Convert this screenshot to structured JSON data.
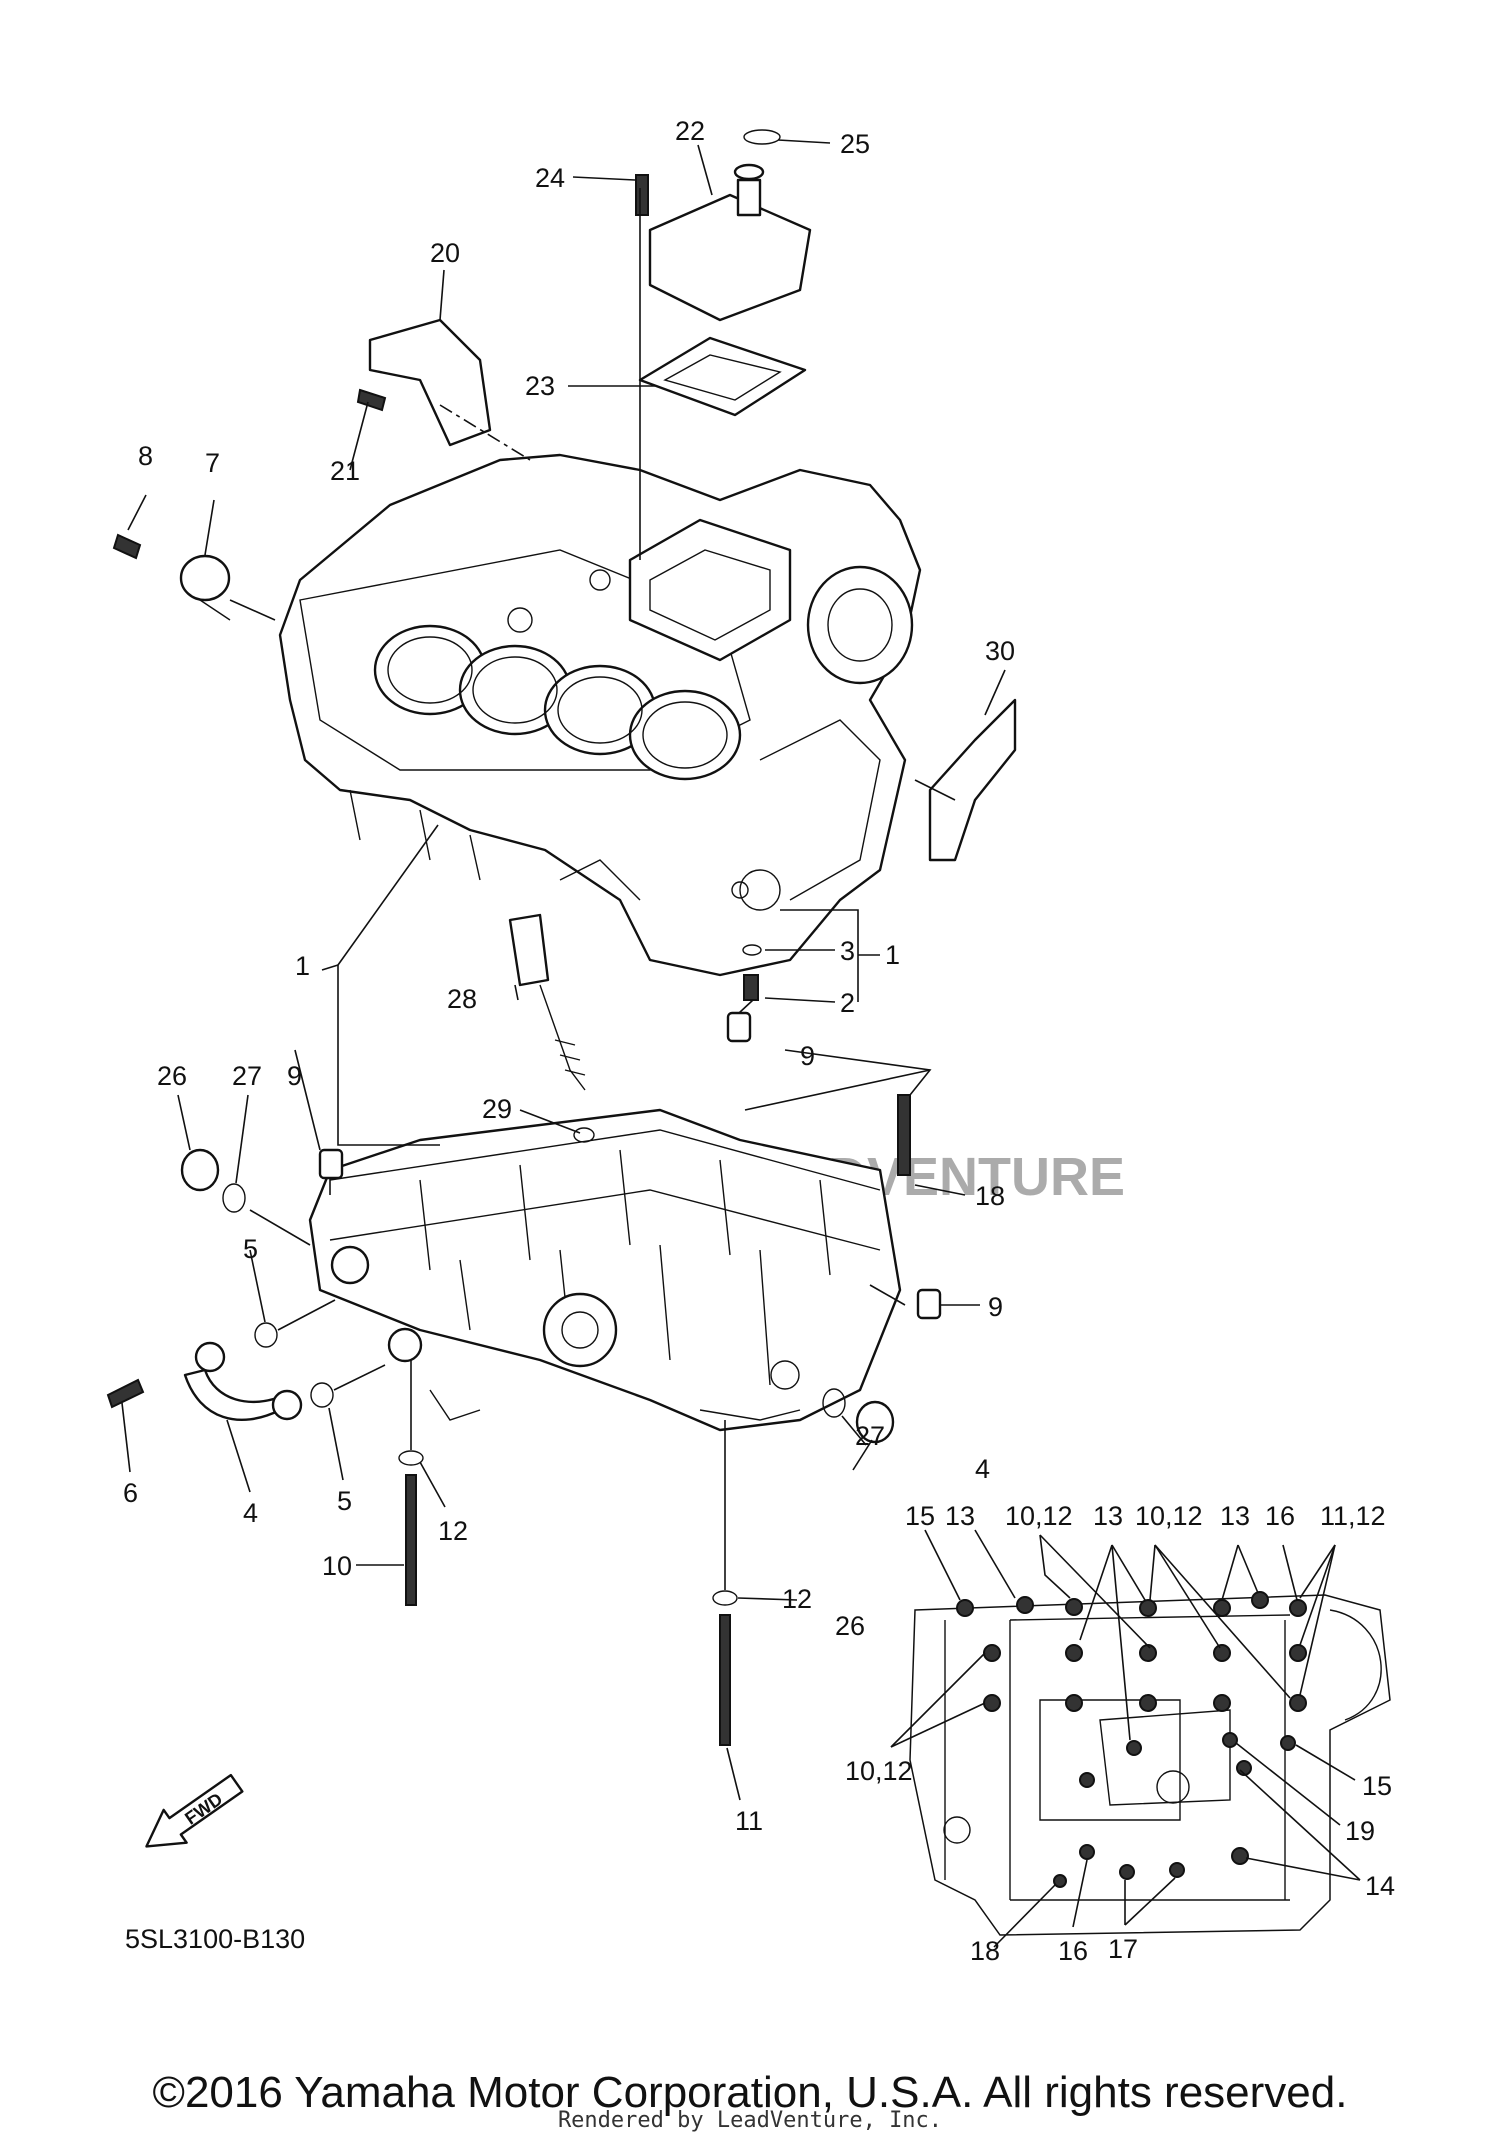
{
  "diagram": {
    "code": "5SL3100-B130",
    "fwd_label": "FWD",
    "watermark": "LEADVENTURE",
    "callouts": {
      "c1": "1",
      "c1b": "1",
      "c2": "2",
      "c3": "3",
      "c4": "4",
      "c4i": "4",
      "c5a": "5",
      "c5b": "5",
      "c6": "6",
      "c7": "7",
      "c8": "8",
      "c9a": "9",
      "c9b": "9",
      "c9c": "9",
      "c10": "10",
      "c11": "11",
      "c12a": "12",
      "c12b": "12",
      "c18": "18",
      "c20": "20",
      "c21": "21",
      "c22": "22",
      "c23": "23",
      "c24": "24",
      "c25": "25",
      "c26a": "26",
      "c26b": "26",
      "c27a": "27",
      "c27b": "27",
      "c28": "28",
      "c29": "29",
      "c30": "30",
      "i15a": "15",
      "i13a": "13",
      "i1012a": "10,12",
      "i13b": "13",
      "i1012b": "10,12",
      "i13c": "13",
      "i16a": "16",
      "i1112": "11,12",
      "i1012c": "10,12",
      "i15b": "15",
      "i19": "19",
      "i14": "14",
      "i18": "18",
      "i16b": "16",
      "i17": "17"
    }
  },
  "footer": {
    "copyright": "©2016 Yamaha Motor Corporation, U.S.A. All rights reserved.",
    "rendered": "Rendered by LeadVenture, Inc."
  }
}
